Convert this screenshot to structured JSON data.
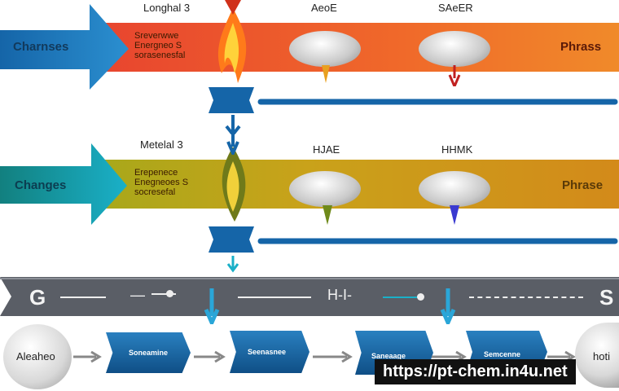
{
  "rows": [
    {
      "side_label": "Charnses",
      "top_label": "Longhal 3",
      "col_a": "AeoE",
      "col_b": "SAeER",
      "items": [
        "Sreverwwe",
        "Energneo S",
        "sorasenesfal"
      ],
      "right_label": "Phrass",
      "colors": {
        "start": "#e8452f",
        "end": "#f08a2a",
        "arrow": "#1a6fb0"
      }
    },
    {
      "side_label": "Changes",
      "top_label": "Metelal 3",
      "col_a": "HJAE",
      "col_b": "HHMK",
      "items": [
        "Erepenece",
        "Enegneoes S",
        "socresefal"
      ],
      "right_label": "Phrase",
      "colors": {
        "start": "#c9a21a",
        "end": "#d38a1a",
        "arrow": "#1aa6b8"
      }
    }
  ],
  "scale_bar": {
    "left_letter": "G",
    "mid_left": "—",
    "mid_text": "H-I-",
    "right_letter": "S",
    "color": "#5a5e66"
  },
  "process": {
    "start": "Aleaheo",
    "steps": [
      "Soneamine",
      "Seenasnee",
      "Saneaage",
      "Semcenne"
    ],
    "end": "hoti"
  },
  "watermark": "https://pt-chem.in4u.net"
}
